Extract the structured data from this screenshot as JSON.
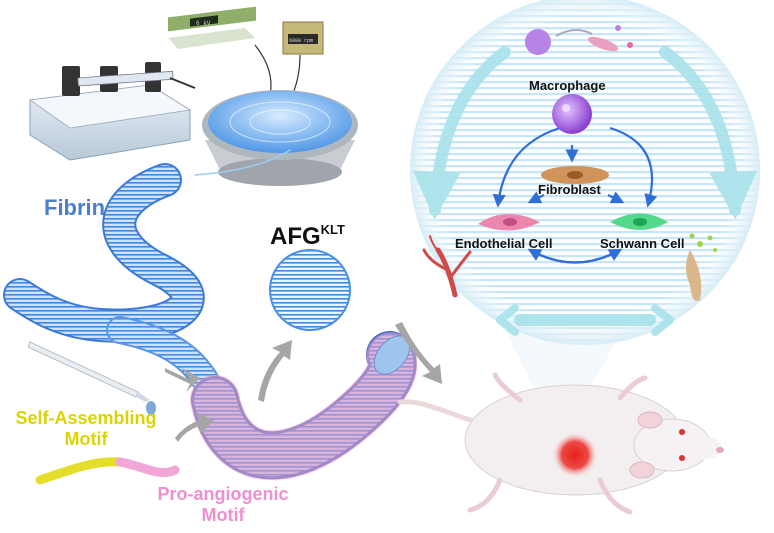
{
  "labels": {
    "fibrin": "Fibrin",
    "afg_main": "AFG",
    "afg_sup": "KLT",
    "self_assembling_line1": "Self-Assembling",
    "self_assembling_line2": "Motif",
    "pro_angiogenic_line1": "Pro-angiogenic",
    "pro_angiogenic_line2": "Motif"
  },
  "cells": {
    "macrophage": "Macrophage",
    "fibroblast": "Fibroblast",
    "endothelial": "Endothelial Cell",
    "schwann": "Schwann Cell"
  },
  "devices": {
    "voltage_display": "6 kV",
    "speed_display": "6000 rpm"
  },
  "colors": {
    "fibrin_blue": "#4a7fd0",
    "self_assembling_yellow": "#dcd400",
    "pro_angiogenic_pink": "#ee8fcf",
    "macrophage_purple": "#9b59d6",
    "fibroblast_brown": "#c9864a",
    "endothelial_pink": "#e86aa0",
    "schwann_green": "#3dcf7a",
    "arrow_blue": "#2f6fd6",
    "circle_arrow_cyan": "#a8e2ea",
    "wound_red": "#e8201a"
  }
}
